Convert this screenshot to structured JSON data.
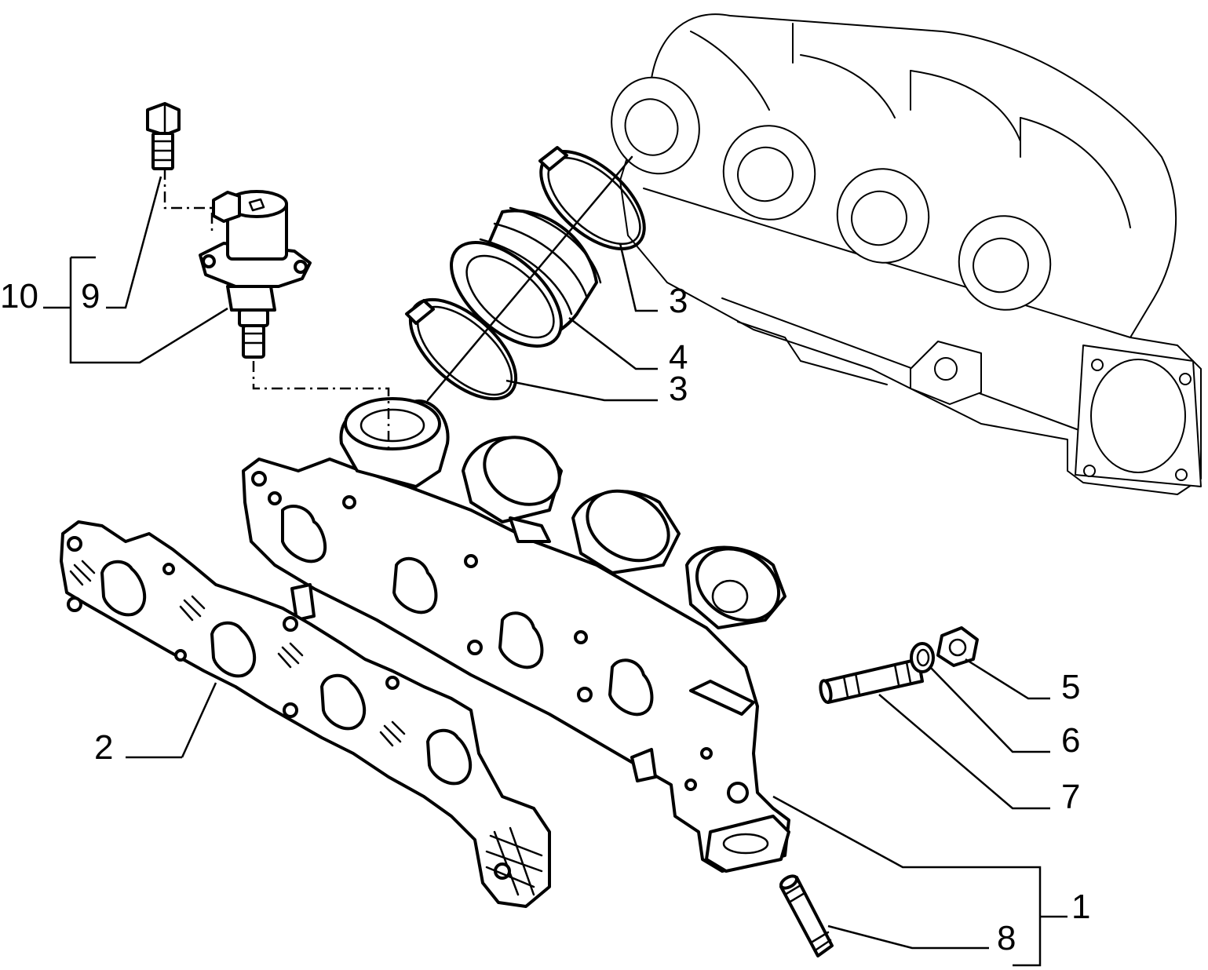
{
  "diagram": {
    "type": "exploded-parts-view",
    "subject": "intake manifold assembly",
    "callouts": [
      {
        "id": "callout-1",
        "label": "1"
      },
      {
        "id": "callout-2",
        "label": "2"
      },
      {
        "id": "callout-3a",
        "label": "3"
      },
      {
        "id": "callout-3b",
        "label": "3"
      },
      {
        "id": "callout-4",
        "label": "4"
      },
      {
        "id": "callout-5",
        "label": "5"
      },
      {
        "id": "callout-6",
        "label": "6"
      },
      {
        "id": "callout-7",
        "label": "7"
      },
      {
        "id": "callout-8",
        "label": "8"
      },
      {
        "id": "callout-9",
        "label": "9"
      },
      {
        "id": "callout-10",
        "label": "10"
      }
    ]
  },
  "colors": {
    "ink": "#000000",
    "paper": "#ffffff"
  }
}
